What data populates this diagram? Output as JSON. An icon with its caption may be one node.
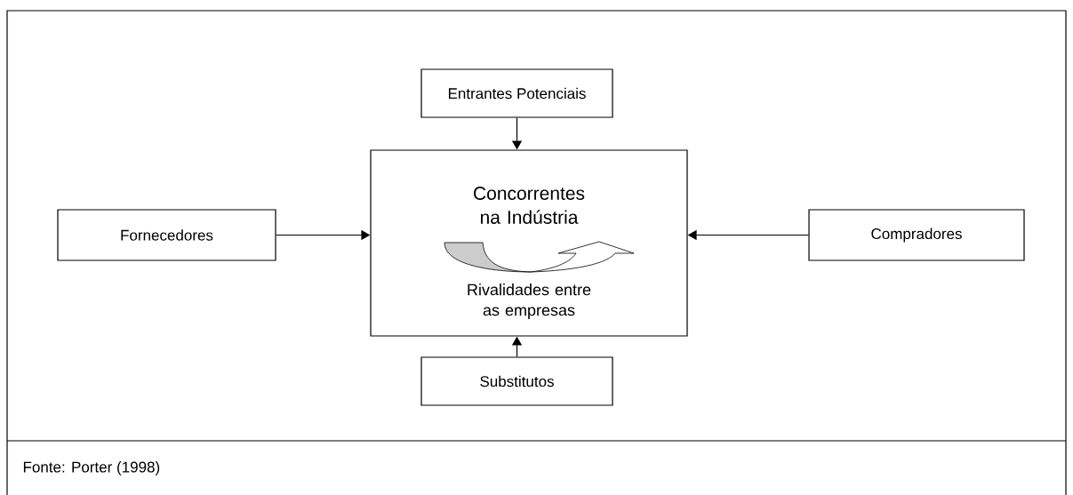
{
  "diagram": {
    "caption": "Fonte: Porter (1998)",
    "nodes": [
      {
        "text": [
          "Entrantes Potenciais"
        ]
      },
      {
        "text": [
          "Fornecedores"
        ]
      },
      {
        "text": [
          "Concorrentes na Indústria",
          "Rivalidades entre as empresas"
        ]
      },
      {
        "text": [
          "Compradores"
        ]
      },
      {
        "text": [
          "Substitutos"
        ]
      }
    ],
    "edges": [
      {
        "from": 0,
        "to": 2,
        "arrow": "to"
      },
      {
        "from": 1,
        "to": 2,
        "arrow": "to"
      },
      {
        "from": 3,
        "to": 2,
        "arrow": "to"
      },
      {
        "from": 4,
        "to": 2,
        "arrow": "to"
      }
    ]
  }
}
